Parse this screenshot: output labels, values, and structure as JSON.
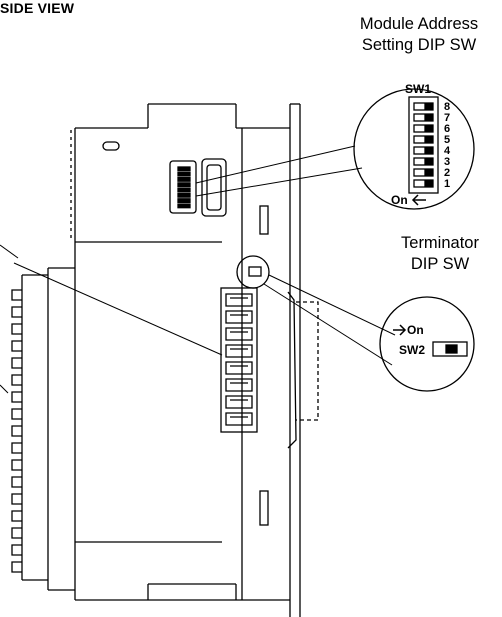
{
  "title": "SIDE VIEW",
  "callouts": {
    "module_address": {
      "line1": "Module Address",
      "line2": "Setting DIP SW"
    },
    "terminator": {
      "line1": "Terminator",
      "line2": "DIP SW"
    }
  },
  "sw1": {
    "label": "SW1",
    "positions": [
      "8",
      "7",
      "6",
      "5",
      "4",
      "3",
      "2",
      "1"
    ],
    "on_label": "On"
  },
  "sw2": {
    "label": "SW2",
    "on_label": "On"
  },
  "icons": {
    "arrow_left": "arrow-left-icon",
    "arrow_right": "arrow-right-icon"
  }
}
